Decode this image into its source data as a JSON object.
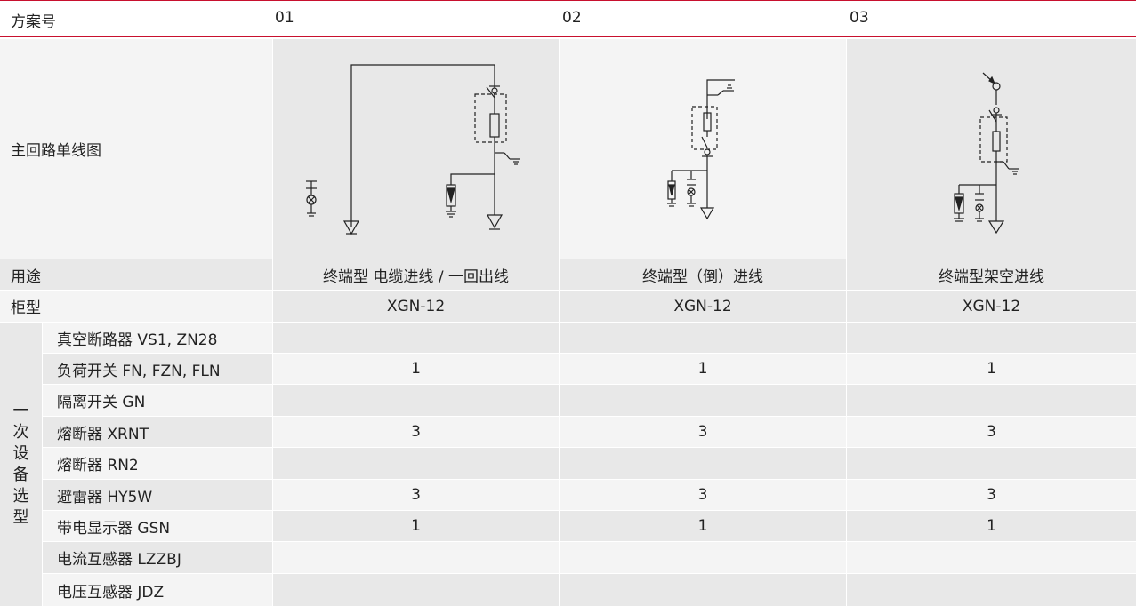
{
  "header": {
    "label": "方案号",
    "schemes": [
      "01",
      "02",
      "03"
    ]
  },
  "diagram_row": {
    "label": "主回路单线图"
  },
  "usage_row": {
    "label": "用途",
    "values": [
      "终端型  电缆进线 / 一回出线",
      "终端型（倒）进线",
      "终端型架空进线"
    ]
  },
  "cabinet_row": {
    "label": "柜型",
    "values": [
      "XGN-12",
      "XGN-12",
      "XGN-12"
    ]
  },
  "equipment_group": {
    "label_chars": [
      "一",
      "次",
      "设",
      "备",
      "选",
      "型"
    ],
    "rows": [
      {
        "name": "真空断路器 VS1, ZN28",
        "values": [
          "",
          "",
          ""
        ]
      },
      {
        "name": "负荷开关 FN, FZN, FLN",
        "values": [
          "1",
          "1",
          "1"
        ]
      },
      {
        "name": "隔离开关 GN",
        "values": [
          "",
          "",
          ""
        ]
      },
      {
        "name": "熔断器 XRNT",
        "values": [
          "3",
          "3",
          "3"
        ]
      },
      {
        "name": "熔断器 RN2",
        "values": [
          "",
          "",
          ""
        ]
      },
      {
        "name": "避雷器 HY5W",
        "values": [
          "3",
          "3",
          "3"
        ]
      },
      {
        "name": "带电显示器 GSN",
        "values": [
          "1",
          "1",
          "1"
        ]
      },
      {
        "name": "电流互感器 LZZBJ",
        "values": [
          "",
          "",
          ""
        ]
      },
      {
        "name": "电压互感器 JDZ",
        "values": [
          "",
          "",
          ""
        ]
      }
    ]
  },
  "colors": {
    "accent": "#c8102e",
    "cell_dark": "#e8e8e8",
    "cell_light": "#f4f4f4"
  }
}
